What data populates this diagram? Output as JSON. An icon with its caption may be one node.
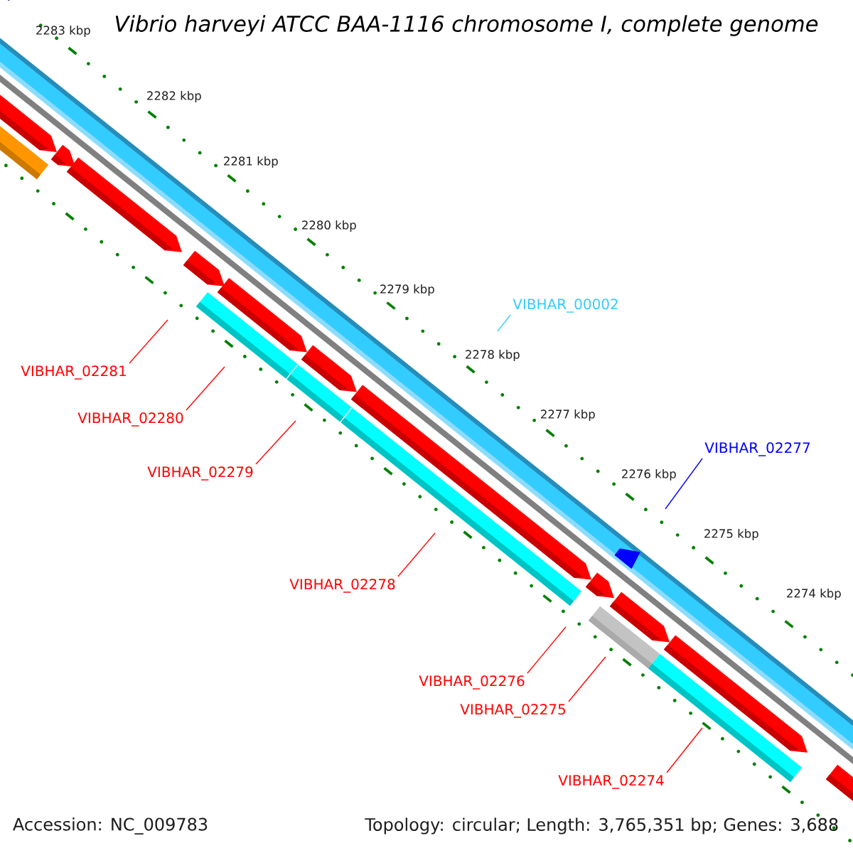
{
  "diagram": {
    "title": "Vibrio harveyi ATCC BAA-1116 chromosome I, complete genome",
    "nodes": [
      {
        "text": [
          "VIBHAR_00002"
        ]
      },
      {
        "text": [
          "VIBHAR_02281"
        ]
      },
      {
        "text": [
          "VIBHAR_02280"
        ]
      },
      {
        "text": [
          "VIBHAR_02277"
        ]
      },
      {
        "text": [
          "VIBHAR_02279"
        ]
      },
      {
        "text": [
          "VIBHAR_02278"
        ]
      },
      {
        "text": [
          "VIBHAR_02276"
        ]
      },
      {
        "text": [
          "VIBHAR_02275"
        ]
      },
      {
        "text": [
          "VIBHAR_02274"
        ]
      }
    ],
    "edges": [
      {
        "from": 0,
        "to": null,
        "arrow": "none",
        "color": "#33ccff"
      },
      {
        "from": 1,
        "to": null,
        "arrow": "none"
      },
      {
        "from": 2,
        "to": null,
        "arrow": "none"
      },
      {
        "from": 3,
        "to": null,
        "arrow": "none",
        "color": "#0000ff"
      },
      {
        "from": 4,
        "to": null,
        "arrow": "none"
      },
      {
        "from": 5,
        "to": null,
        "arrow": "none"
      },
      {
        "from": 6,
        "to": null,
        "arrow": "none"
      },
      {
        "from": 7,
        "to": null,
        "arrow": "none"
      },
      {
        "from": 8,
        "to": null,
        "arrow": "none"
      }
    ],
    "labels": [
      "2283 kbp",
      "2282 kbp",
      "2281 kbp",
      "2280 kbp",
      "2279 kbp",
      "2278 kbp",
      "2277 kbp",
      "2276 kbp",
      "2275 kbp",
      "2274 kbp",
      "Accession: NC_009783",
      "Topology: circular; Length: 3,765,351 bp; Genes: 3,688"
    ]
  }
}
